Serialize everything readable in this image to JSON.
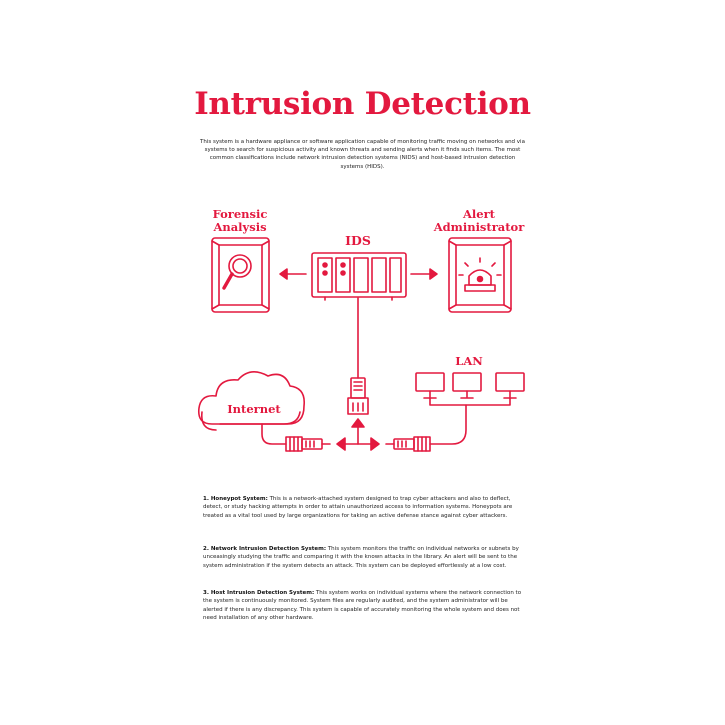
{
  "title": "Intrusion Detection",
  "intro": "This system is a hardware appliance or software application capable of monitoring traffic moving on networks and via systems to search for suspicious activity and known threats and sending alerts when it finds such items. The most common classifications include network intrusion detection systems (NIDS) and host-based intrusion detection systems (HIDS).",
  "diagram": {
    "forensic_line1": "Forensic",
    "forensic_line2": "Analysis",
    "ids": "IDS",
    "alert_line1": "Alert",
    "alert_line2": "Administrator",
    "lan": "LAN",
    "internet": "Internet"
  },
  "sections": [
    {
      "heading": "1. Honeypot System:",
      "body": " This is a network-attached system designed to trap cyber attackers and also to deflect, detect, or study hacking attempts in order to attain unauthorized access to information systems. Honeypots are treated as a vital tool used by large organizations for taking an active defense stance against cyber attackers."
    },
    {
      "heading": "2. Network Intrusion Detection System:",
      "body": " This system monitors the traffic on individual networks or subnets by unceasingly studying the traffic and comparing it with the known attacks in the library. An alert will be sent to the system administration if the system detects an attack. This system can be deployed effortlessly at a low cost."
    },
    {
      "heading": "3. Host Intrusion Detection System:",
      "body": " This system works on individual systems where the network connection to the system is continuously monitored. System files are regularly audited, and the system administrator will be alerted if there is any discrepancy. This system is capable of accurately monitoring the whole system and does not need installation of any other hardware."
    }
  ],
  "colors": {
    "accent": "#e3193f",
    "text": "#222222"
  }
}
